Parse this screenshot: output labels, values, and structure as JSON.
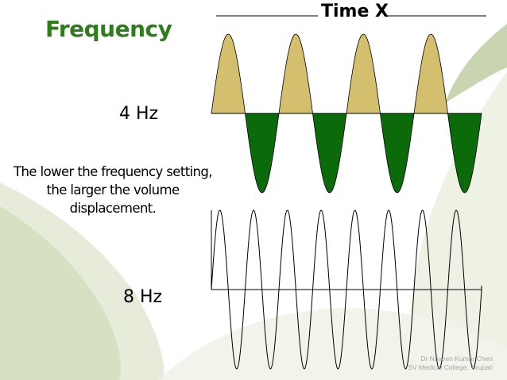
{
  "slide": {
    "title": "Frequency",
    "time_axis_label": "Time X",
    "description_lines": [
      "The lower the frequency setting,",
      "the larger the volume",
      "displacement."
    ],
    "credit_lines": [
      "Dr Naveen Kumar Cheri",
      "SV Medical College, Tirupati"
    ]
  },
  "waves": [
    {
      "label": "4 Hz",
      "frequency_hz": 4,
      "cycles_shown": 4,
      "positive_fill": "#d4bf6e",
      "negative_fill": "#0b6b0b",
      "style": "filled"
    },
    {
      "label": "8 Hz",
      "frequency_hz": 8,
      "cycles_shown": 8,
      "stroke": "#000000",
      "style": "outline"
    }
  ],
  "colors": {
    "title": "#2e7d1a",
    "background_swoosh": "#dfe6cf",
    "background_swoosh_dark": "#c9d5b0"
  }
}
